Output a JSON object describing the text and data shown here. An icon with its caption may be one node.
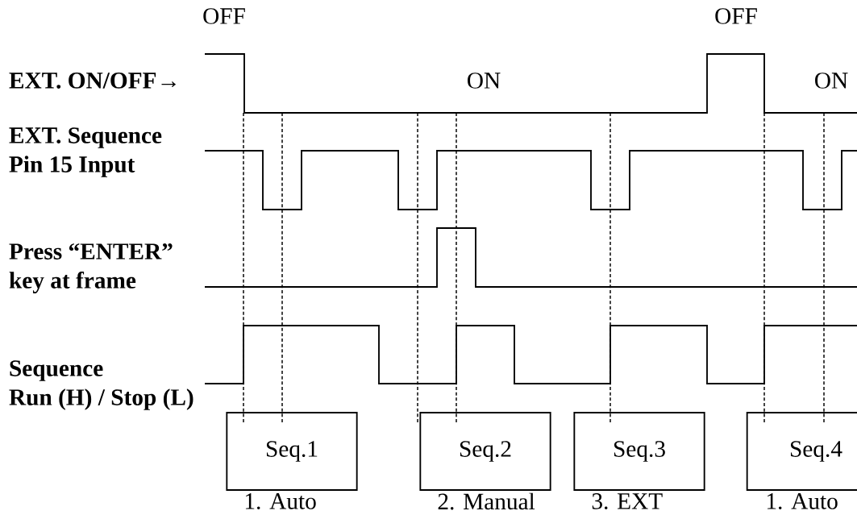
{
  "diagram": {
    "nodes": [
      {
        "text": [
          "Seq.1"
        ],
        "beside": [
          "1. Auto"
        ]
      },
      {
        "text": [
          "Seq.2"
        ],
        "beside": [
          "2. Manual"
        ]
      },
      {
        "text": [
          "Seq.3"
        ],
        "beside": [
          "3. EXT"
        ]
      },
      {
        "text": [
          "Seq.4"
        ],
        "beside": [
          "1. Auto"
        ]
      }
    ],
    "labels": [
      "OFF",
      "OFF",
      "EXT. ON/OFF→",
      "ON",
      "ON",
      "EXT. Sequence Pin 15 Input",
      "Press “ENTER” key at frame",
      "Sequence Run (H) / Stop (L)"
    ]
  }
}
